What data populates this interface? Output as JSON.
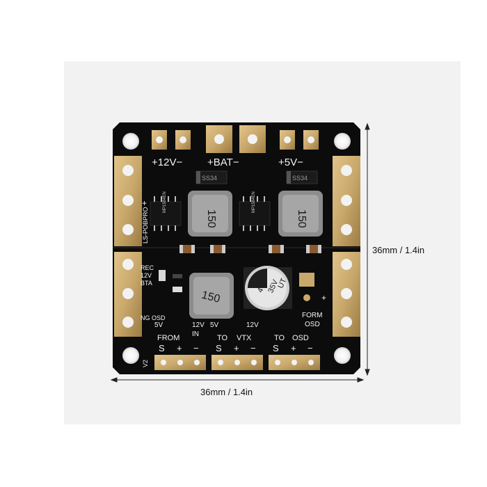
{
  "dimensions": {
    "width_label": "36mm / 1.4in",
    "height_label": "36mm / 1.4in"
  },
  "board": {
    "power_labels": {
      "v12": "+12V−",
      "bat": "+BAT−",
      "v5": "+5V−"
    },
    "diode_markings": [
      "SS34",
      "SS34"
    ],
    "inductor_markings": [
      "150",
      "150",
      "150"
    ],
    "regulator_markings": [
      "MP1584EN",
      "MP1584EN"
    ],
    "capacitor": {
      "line1": "47",
      "line2": "35V",
      "line3": "UT"
    },
    "side_text": "LS-POBPRO",
    "left_labels": {
      "rec": "REC",
      "v12": "12V",
      "bta": "BTA",
      "ng_osd": "NG OSD"
    },
    "right_labels": {
      "form": "FORM",
      "osd": "OSD"
    },
    "voltage_row": [
      "5V",
      "12V",
      "5V",
      "12V"
    ],
    "from_label": "FROM",
    "in_label": "IN",
    "to_label_1": "TO",
    "vtx_label": "VTX",
    "to_label_2": "TO",
    "osd_label": "OSD",
    "connector_labels": {
      "s": "S",
      "plus": "+",
      "minus": "−"
    },
    "version": "V2"
  },
  "colors": {
    "pcb": "#0c0c0c",
    "gold": "#c9a86b",
    "silkscreen": "#f4f4f4",
    "background": "#f2f2f2"
  }
}
